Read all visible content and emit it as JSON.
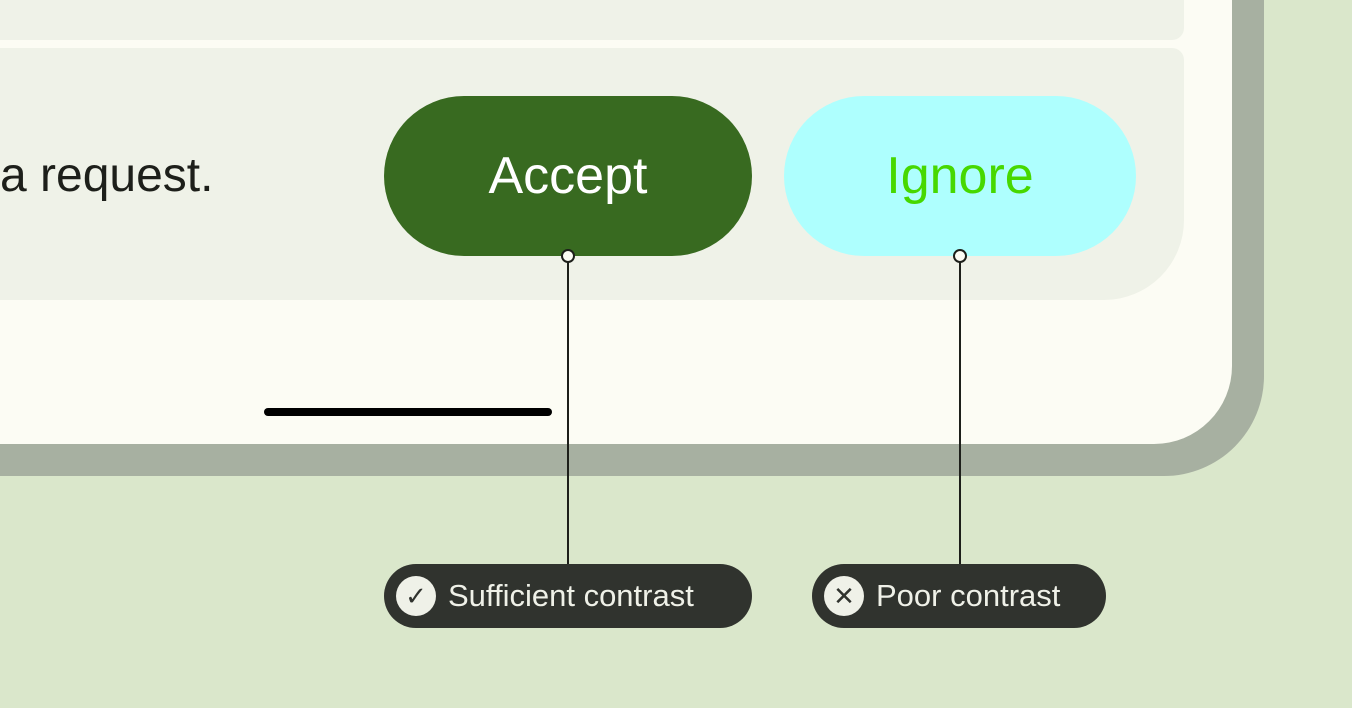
{
  "message": "a request.",
  "buttons": {
    "accept": "Accept",
    "ignore": "Ignore"
  },
  "labels": {
    "sufficient": "Sufficient contrast",
    "poor": "Poor contrast"
  },
  "icons": {
    "sufficient": "check-circle-icon",
    "poor": "x-circle-icon"
  },
  "colors": {
    "accept_bg": "#386a20",
    "accept_text": "#ffffff",
    "ignore_bg": "#aefffe",
    "ignore_text": "#47d800"
  }
}
